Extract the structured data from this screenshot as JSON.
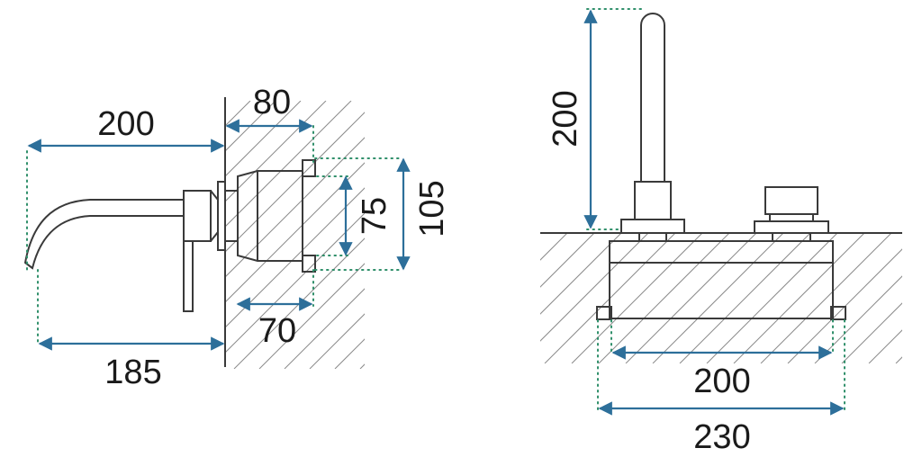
{
  "colors": {
    "arrow": "#2d6f9a",
    "dotted": "#2f8f6a",
    "outline": "#3a3a3a",
    "hatch": "#8a8a8a"
  },
  "side_view": {
    "dim_spout_length": "200",
    "dim_box_depth": "80",
    "dim_box_height_inner": "75",
    "dim_box_height_outer": "105",
    "dim_box_depth_inner": "70",
    "dim_spout_reach": "185"
  },
  "front_view": {
    "dim_spout_height": "200",
    "dim_box_width_inner": "200",
    "dim_box_width_outer": "230"
  }
}
